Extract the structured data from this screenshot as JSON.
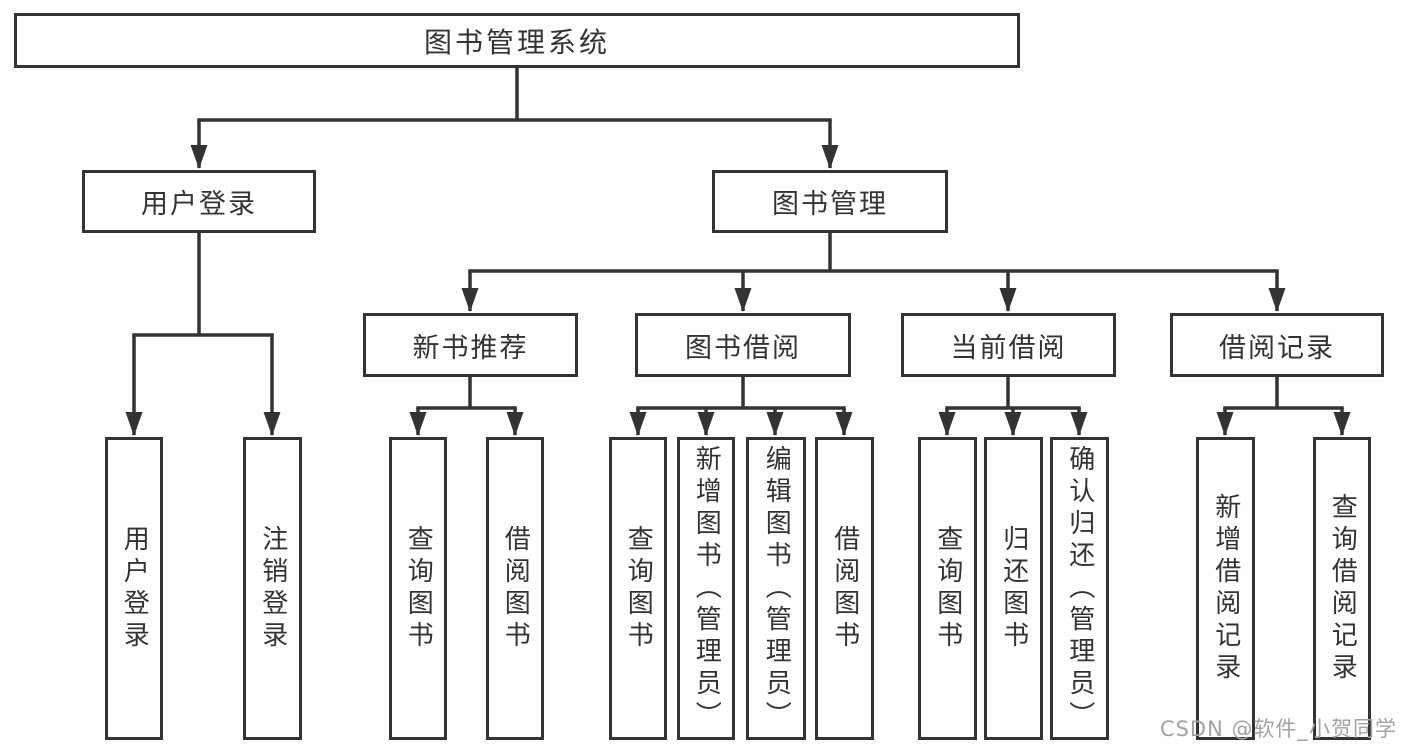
{
  "diagram": {
    "root": {
      "label": "图书管理系统"
    },
    "branches": [
      {
        "label": "用户登录",
        "children": [
          {
            "label": "用户登录"
          },
          {
            "label": "注销登录"
          }
        ]
      },
      {
        "label": "图书管理",
        "sections": [
          {
            "label": "新书推荐",
            "children": [
              {
                "label": "查询图书"
              },
              {
                "label": "借阅图书"
              }
            ]
          },
          {
            "label": "图书借阅",
            "children": [
              {
                "label": "查询图书"
              },
              {
                "label": "新增图书（管理员）"
              },
              {
                "label": "编辑图书（管理员）"
              },
              {
                "label": "借阅图书"
              }
            ]
          },
          {
            "label": "当前借阅",
            "children": [
              {
                "label": "查询图书"
              },
              {
                "label": "归还图书"
              },
              {
                "label": "确认归还（管理员）"
              }
            ]
          },
          {
            "label": "借阅记录",
            "children": [
              {
                "label": "新增借阅记录"
              },
              {
                "label": "查询借阅记录"
              }
            ]
          }
        ]
      }
    ]
  },
  "watermark": {
    "text": "CSDN @软件_小贺同学"
  },
  "colors": {
    "line": "#333333",
    "box_border": "#333333",
    "box_background": "#ffffff",
    "text": "#333333",
    "watermark": "#a3a3a3",
    "page_background": "#ffffff"
  }
}
